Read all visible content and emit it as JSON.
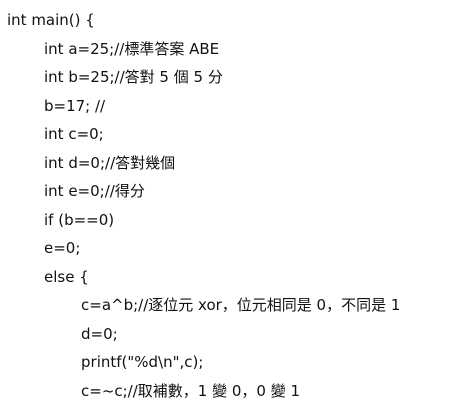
{
  "document": {
    "lines": [
      "int main() {",
      "int a=25;//標準答案 ABE",
      "int b=25;//答對 5 個 5 分",
      "b=17; //",
      "int c=0;",
      "int d=0;//答對幾個",
      "int e=0;//得分",
      "if (b==0)",
      "e=0;",
      "else {",
      "c=a^b;//逐位元 xor，位元相同是 0，不同是 1",
      "d=0;",
      "printf(\"%d\\n\",c);",
      "c=~c;//取補數，1 變 0，0 變 1"
    ]
  }
}
